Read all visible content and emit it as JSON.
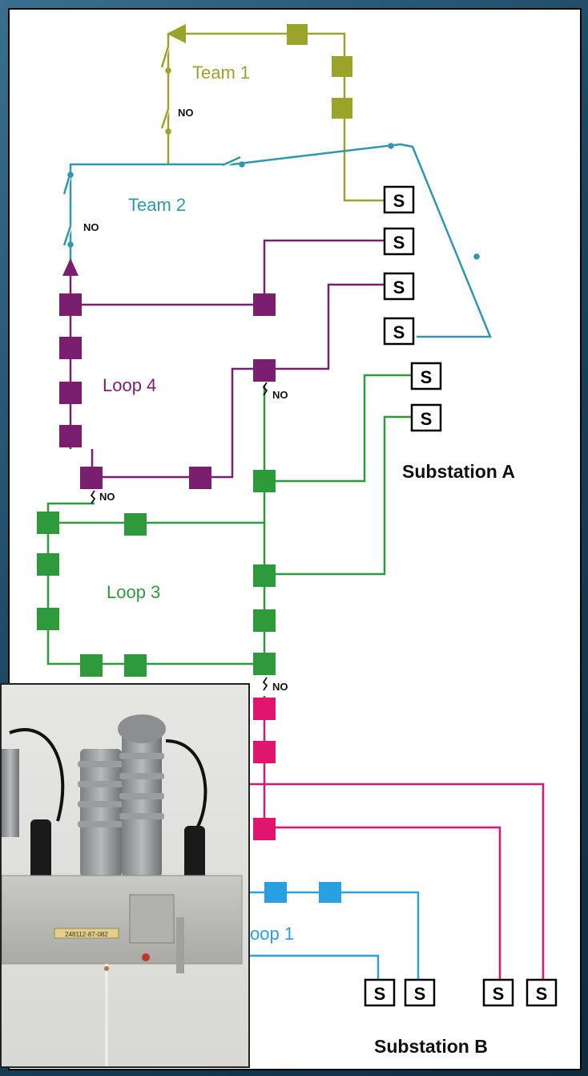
{
  "labels": {
    "team1": "Team 1",
    "team2": "Team 2",
    "loop4": "Loop 4",
    "loop3": "Loop 3",
    "loop1": "oop 1",
    "substation_a": "Substation A",
    "substation_b": "Substation B",
    "no": "NO",
    "s": "S",
    "photo_plate": "248112-87-082"
  },
  "colors": {
    "team1": "#9aa32a",
    "team2": "#2f98b0",
    "loop4": "#7a1e6f",
    "loop3": "#2f9a3c",
    "loop2": "#e0166e",
    "loop1": "#2aa0e0"
  }
}
